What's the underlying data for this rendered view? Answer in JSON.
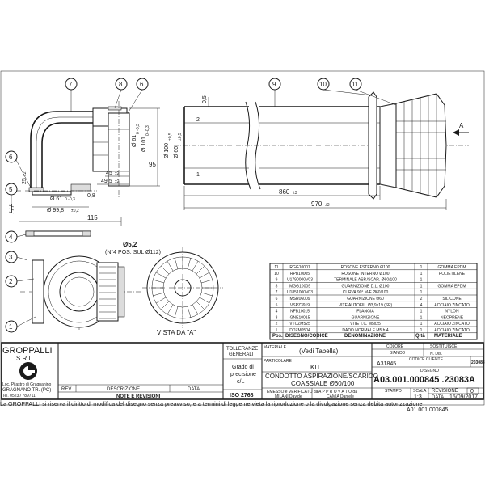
{
  "balloons": {
    "b1": "1",
    "b3": "3",
    "b4": "4",
    "b5": "5",
    "b6a": "6",
    "b6b": "6",
    "b7": "7",
    "b8": "8",
    "b9": "9",
    "b10": "10",
    "b11": "11"
  },
  "dims": {
    "d95": "95",
    "d61": "Ø 61",
    "d61tol": "0 -0,3",
    "d101": "Ø 101",
    "d101tol": "0 -0,3",
    "d61b": "Ø 61",
    "d61btol": "0 -0,3",
    "d998": "Ø 99,8",
    "d998tol": "±0,2",
    "d45": "45",
    "d45tol": "±2",
    "d495": "49,5",
    "d495tol": "±2",
    "d08": "0,8",
    "d25": "25",
    "d25tol": "±2",
    "d05": "0,5",
    "d100": "Ø 100",
    "d100tol": "±0,5",
    "d60": "Ø 60",
    "d60tol": "±0,5",
    "d860": "860",
    "d860tol": "±3",
    "d970": "970",
    "d970tol": "±3",
    "d115": "115",
    "hole": "Ø5,2",
    "holenote": "(N°4 POS. SUL Ø112)",
    "arrowA": "A",
    "vista": "VISTA DA \"A\""
  },
  "bom": {
    "rows": [
      {
        "pos": "11",
        "code": "RGG10001",
        "desc": "ROSONE ESTERNO Ø100",
        "qty": "1",
        "mat": "GOMMA EPDM"
      },
      {
        "pos": "10",
        "code": "RPB10005",
        "desc": "ROSONE INTERNO Ø100",
        "qty": "1",
        "mat": "POLIETILENE"
      },
      {
        "pos": "9",
        "code": "U1790000V03",
        "desc": "TERMINALE ASP./SCAR. Ø60/100",
        "qty": "1",
        "mat": ""
      },
      {
        "pos": "8",
        "code": "MGG10009",
        "desc": "GUARNIZIONE D.L. Ø100",
        "qty": "1",
        "mat": "GOMMA EPDM"
      },
      {
        "pos": "7",
        "code": "U1851000V03",
        "desc": "CURVA 90° M-F Ø60/100",
        "qty": "1",
        "mat": ""
      },
      {
        "pos": "6",
        "code": "MSR06009",
        "desc": "GUARNIZIONE Ø60",
        "qty": "2",
        "mat": "SILICONE"
      },
      {
        "pos": "5",
        "code": "VSPZ3919",
        "desc": "VITE AUTOFIL. Ø3,9x19 (SP)",
        "qty": "4",
        "mat": "ACCIAIO ZINCATO"
      },
      {
        "pos": "4",
        "code": "NFB10015",
        "desc": "FLANGIA",
        "qty": "1",
        "mat": "NYLON"
      },
      {
        "pos": "3",
        "code": "GNE10015",
        "desc": "GUARNIZIONE",
        "qty": "1",
        "mat": "NEOPRENE"
      },
      {
        "pos": "2",
        "code": "VTCZM525",
        "desc": "VITE T.C. M5x25",
        "qty": "1",
        "mat": "ACCIAIO ZINCATO"
      },
      {
        "pos": "1",
        "code": "DDZM0504",
        "desc": "DADO NORMALE M5 h.4",
        "qty": "1",
        "mat": "ACCIAIO ZINCATO"
      }
    ],
    "headers": {
      "pos": "Pos.",
      "code": "DISEGNO/CODICE",
      "desc": "DENOMINAZIONE",
      "qty": "Q.tà",
      "mat": "MATERIALE"
    }
  },
  "title_block": {
    "company": "GROPPALLI",
    "srl": "S.R.L.",
    "addr1": "Loc. Pilastro di Gragnanino",
    "addr2": "GRAGNANO TR. (PC)",
    "addr3": "Tel. 0523 / 789711",
    "rev_label": "REV.",
    "desc_label": "DESCRIZIONE",
    "date_label": "DATA",
    "notes_label": "NOTE E REVISIONI",
    "tolleranze1": "TOLLERANZE",
    "tolleranze2": "GENERALI",
    "grado1": "Grado di",
    "grado2": "precisione",
    "grado3": "c/L",
    "iso": "ISO 2768",
    "materiale_label": "MATERIALE",
    "materiale_val": "(Vedi Tabella)",
    "colore_label": "COLORE",
    "colore_val": "BIANCO",
    "sostituisce_label": "SOSTITUISCE",
    "sostituisce_val": "N. Dis.",
    "codice_cliente_label": "CODICE CLIENTE",
    "codice_cliente_val": "A31845",
    "code203083": "203083",
    "particolare_label": "PARTICOLARE",
    "particolare_val": "KIT",
    "disegno_label": "DISEGNO",
    "disegno_val": "A03.001.000845 .23083A",
    "title1": "CONDOTTO ASPIRAZIONE/SCARICO",
    "title2": "COASSIALE Ø60/100",
    "emesso_label": "EMESSO e VERIFICATO da",
    "emesso_val": "MILANI Davide",
    "approvato_label": "A P P R O V A T O da",
    "approvato_val": "CAMIA Daniele",
    "stampo_label": "STAMPO",
    "scala_label": "SCALA",
    "scala_val": "1:3",
    "revisione_label": "REVISIONE",
    "revisione_val": "0",
    "data_label": "DATA",
    "data_val": "15/09/2017"
  },
  "footer": {
    "notice": "La GROPPALLI si riserva il diritto di modifica del disegno senza preavviso, e a termini di legge ne vieta la riproduzione o la divulgazione senza debita autorizzazione",
    "code": "A01.001.000845"
  }
}
